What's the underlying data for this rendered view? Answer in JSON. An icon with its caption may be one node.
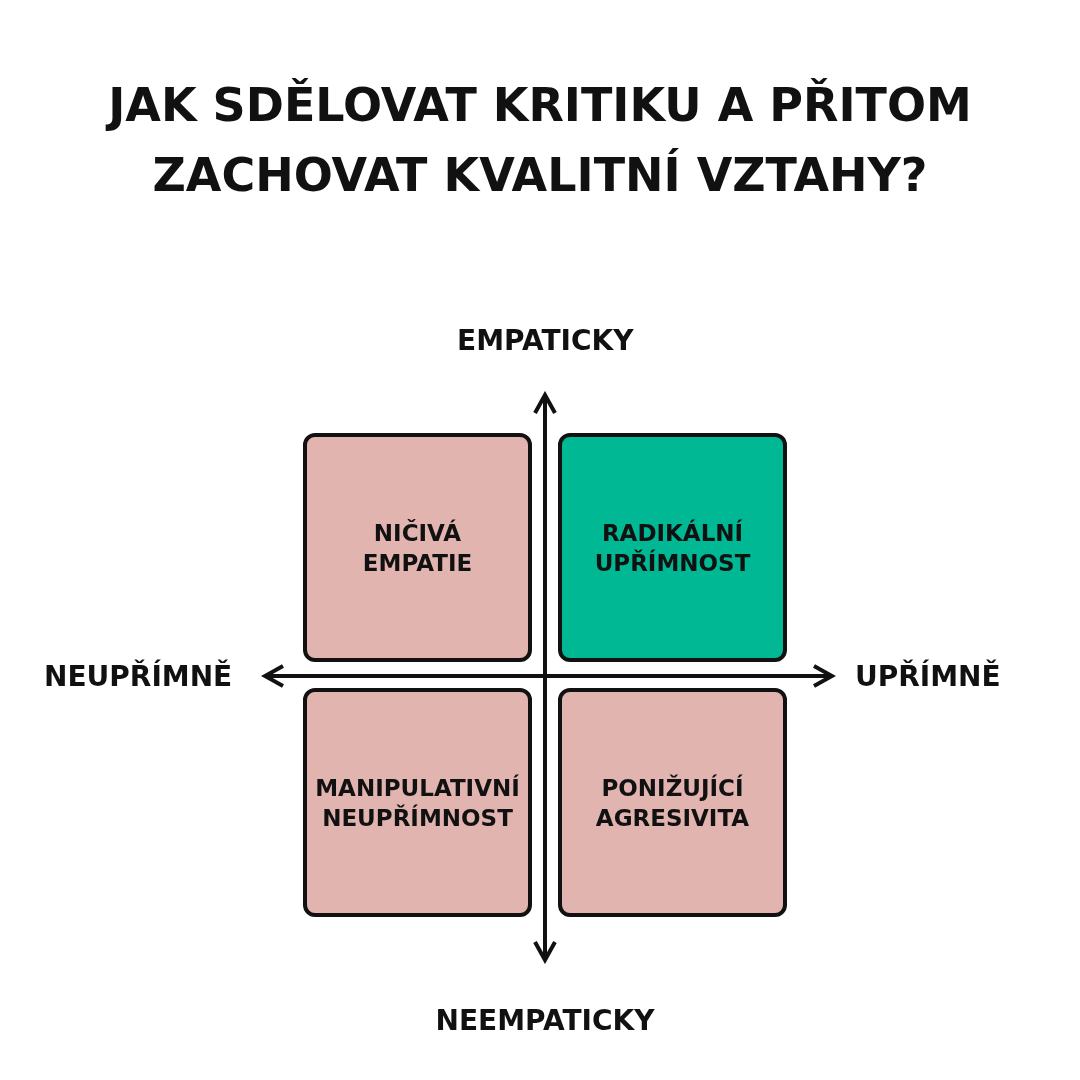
{
  "diagram": {
    "title": "JAK SDĚLOVAT KRITIKU A PŘITOM ZACHOVAT KVALITNÍ VZTAHY?",
    "nodes": [
      {
        "text": [
          "NIČIVÁ EMPATIE"
        ]
      },
      {
        "text": [
          "RADIKÁLNÍ UPŘÍMNOST"
        ]
      },
      {
        "text": [
          "MANIPULATIVNÍ NEUPŘÍMNOST"
        ]
      },
      {
        "text": [
          "PONIŽUJÍCÍ AGRESIVITA"
        ]
      }
    ],
    "edges": [],
    "labels": [
      "EMPATICKY",
      "NEUPŘÍMNĚ",
      "UPŘÍMNĚ",
      "NEEMPATICKY"
    ]
  }
}
